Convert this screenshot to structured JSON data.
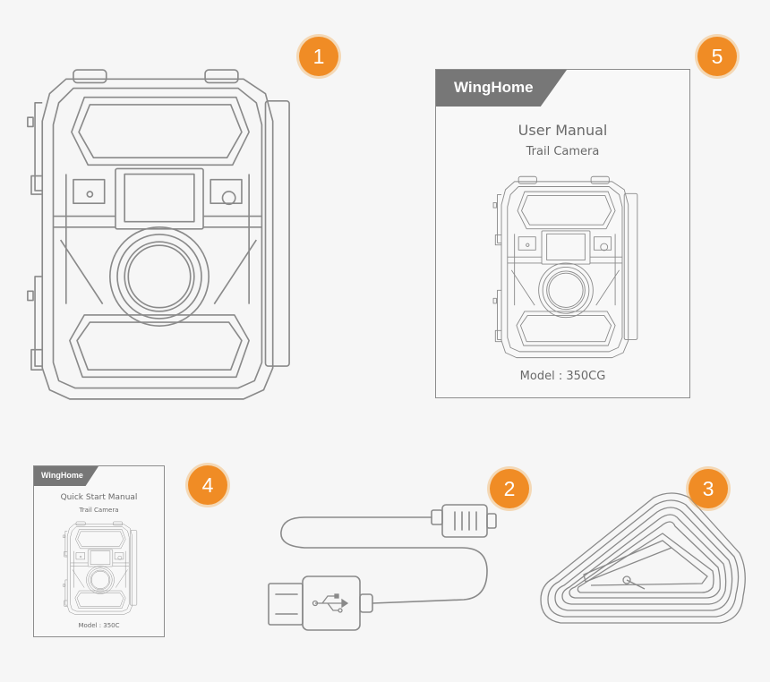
{
  "colors": {
    "badge": "#f08c25",
    "outline": "#8a8a8a",
    "brand_tab": "#777777",
    "background": "#f6f6f6"
  },
  "badges": {
    "camera": "1",
    "usb_cable": "2",
    "mount_clip": "3",
    "quick_start": "4",
    "user_manual": "5"
  },
  "user_manual": {
    "brand": "WingHome",
    "title": "User Manual",
    "subtitle": "Trail Camera",
    "model": "Model : 350CG"
  },
  "quick_start": {
    "brand": "WingHome",
    "title": "Quick Start Manual",
    "subtitle": "Trail Camera",
    "model": "Model : 350C"
  },
  "icons": [
    "trail-camera-icon",
    "usb-cable-icon",
    "mount-clip-icon",
    "usb-symbol-icon"
  ]
}
